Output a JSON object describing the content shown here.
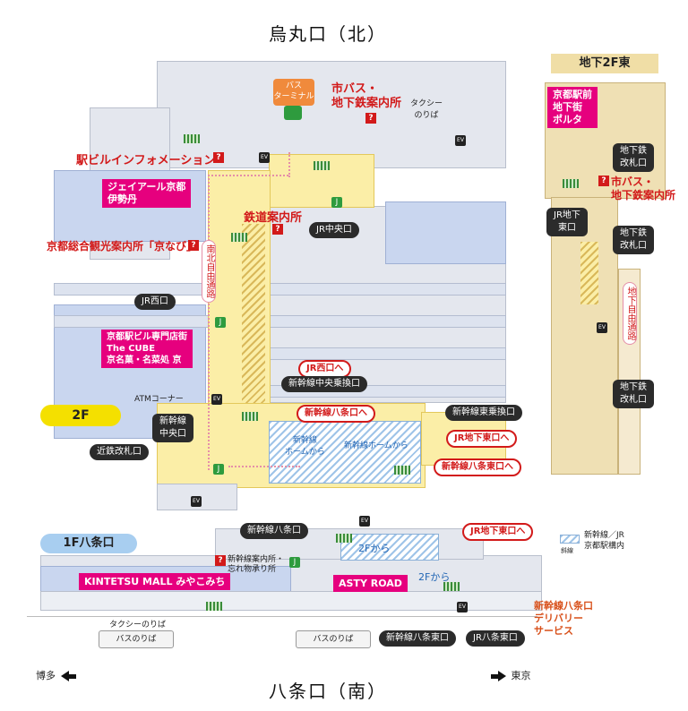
{
  "titles": {
    "north": "烏丸口（北）",
    "south": "八条口（南）"
  },
  "floors": {
    "f2": "2F",
    "b2": "地下2F東",
    "f1": "1F八条口"
  },
  "directions": {
    "west": "博多",
    "east": "東京"
  },
  "bus": {
    "terminal": "バス\nターミナル",
    "pool1": "バスのりば",
    "pool2": "バスのりば",
    "taxi_north": "タクシー\nのりば",
    "taxi_south": "タクシーのりば"
  },
  "info": {
    "city_bus": "市バス・\n地下鉄案内所",
    "station_bldg": "駅ビルインフォメーション",
    "isetan": "ジェイアール京都\n伊勢丹",
    "kyonavi": "京都総合観光案内所「京なび」",
    "rail_info": "鉄道案内所",
    "cube": "京都駅ビル専門店街\nThe CUBE\n京名菓・名菜処 京",
    "atm": "ATMコーナー",
    "shinkansen_info": "新幹線案内所・\n忘れ物承り所",
    "kintetsu_mall": "KINTETSU MALL みやこみち",
    "asty": "ASTY ROAD",
    "delivery": "新幹線八条口\nデリバリー\nサービス",
    "porta": "京都駅前\n地下街\nポルタ",
    "city_bus_b2": "市バス・\n地下鉄案内所",
    "legend": "新幹線／JR\n京都駅構内",
    "legend_sub": "斜線",
    "free_passage_2f": "南北自由通路",
    "free_passage_b2": "地下自由通路"
  },
  "gates": {
    "jr_central": "JR中央口",
    "jr_west": "JR西口",
    "shinkansen_central_transfer": "新幹線中央乗換口",
    "shinkansen_east_transfer": "新幹線東乗換口",
    "shinkansen_central": "新幹線\n中央口",
    "kintetsu_2f": "近鉄改札口",
    "to_jr_west": "JR西口へ",
    "to_hachijo": "新幹線八条口へ",
    "to_jr_b_east": "JR地下東口へ",
    "to_hachijo_east": "新幹線八条東口へ",
    "from_platform_1": "新幹線\nホームから",
    "from_platform_2": "新幹線ホームから",
    "shinkansen_hachijo": "新幹線八条口",
    "from_2f_1": "2Fから",
    "from_2f_2": "2Fから",
    "jr_b_east_1f": "JR地下東口へ",
    "shinkansen_hachijo_east": "新幹線八条東口",
    "jr_hachijo_east": "JR八条東口",
    "jr_b_east": "JR地下\n東口",
    "subway_gate_1": "地下鉄\n改札口",
    "subway_gate_2": "地下鉄\n改札口",
    "subway_gate_3": "地下鉄\n改札口"
  },
  "colors": {
    "red": "#d21a1a",
    "pink": "#e6007e",
    "yellow": "#fbeea7",
    "blue": "#c9d6ef"
  }
}
